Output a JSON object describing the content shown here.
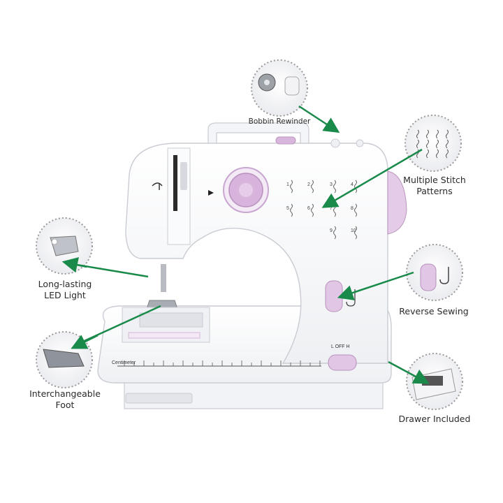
{
  "callouts": {
    "bobbin": "Bobbin Rewinder",
    "stitch_line1": "Multiple Stitch",
    "stitch_line2": "Patterns",
    "led_line1": "Long-lasting",
    "led_line2": "LED Light",
    "reverse": "Reverse Sewing",
    "foot_line1": "Interchangeable",
    "foot_line2": "Foot",
    "drawer": "Drawer Included"
  },
  "machine": {
    "stitch_numbers": [
      "1",
      "2",
      "3",
      "4",
      "5",
      "6",
      "7",
      "8",
      "9",
      "10"
    ],
    "power_switch": "L  OFF  H",
    "ruler_label": "Centimeter"
  },
  "colors": {
    "arrow": "#1a8a4a",
    "accent": "#c8a6cf",
    "body": "#f7f7f9",
    "outline": "#c9ccd3"
  }
}
